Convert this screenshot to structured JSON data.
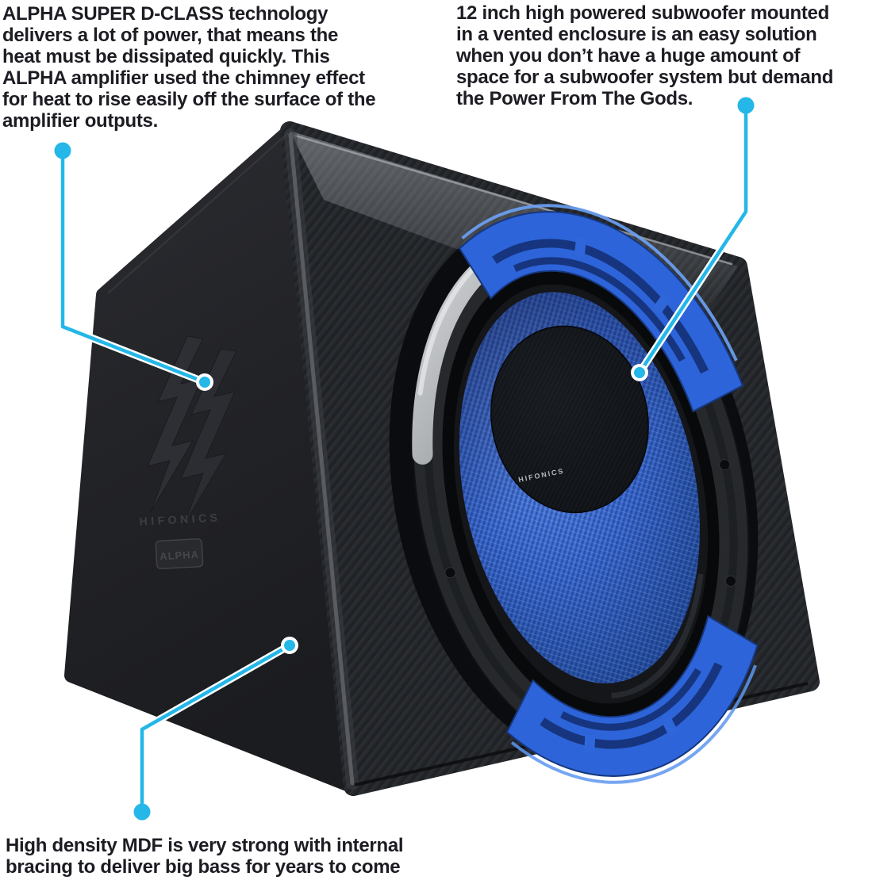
{
  "colors": {
    "accent_cyan": "#24b7e8",
    "grill_blue": "#2d64d9",
    "cone_blue": "#3b6ad0",
    "text_dark": "#1d1c23"
  },
  "annotations": {
    "amplifier": {
      "lines": [
        "ALPHA SUPER D-CLASS technology",
        "delivers a lot of power, that means the",
        "heat must be dissipated quickly. This",
        "ALPHA amplifier used the chimney effect",
        "for heat to rise easily off the surface of the",
        "amplifier outputs."
      ]
    },
    "subwoofer": {
      "lines": [
        "12 inch high powered subwoofer mounted",
        "in a vented enclosure is an easy solution",
        "when you don’t have a huge amount of",
        "space for a subwoofer system but demand",
        "the Power From The Gods."
      ]
    },
    "mdf": {
      "lines": [
        "High density MDF is very strong with internal",
        "bracing to deliver big bass for years to come"
      ]
    }
  },
  "product": {
    "side_brand": "HIFONICS",
    "side_badge": "ALPHA",
    "cone_brand": "HIFONICS"
  }
}
